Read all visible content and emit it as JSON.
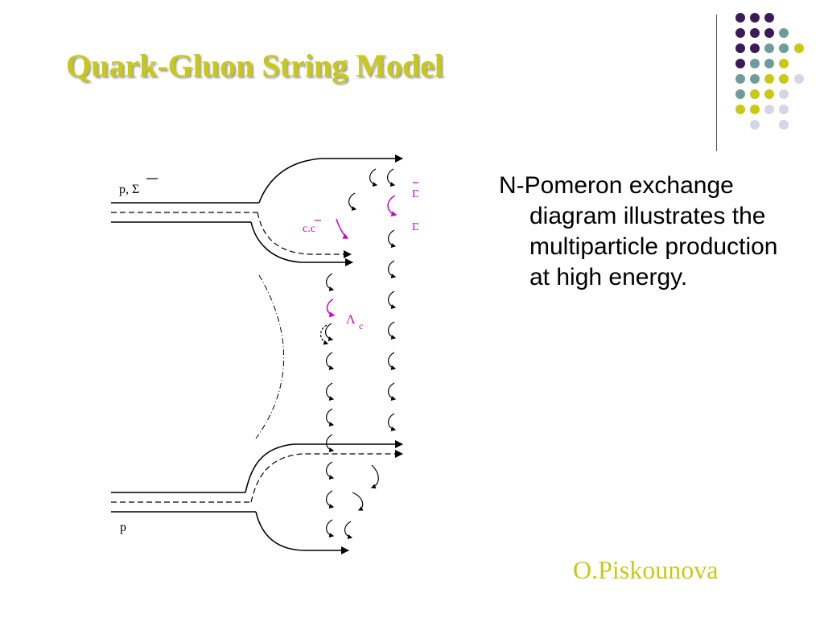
{
  "slide": {
    "title": "Quark-Gluon String Model",
    "description": "N-Pomeron exchange diagram illustrates the multiparticle production at high energy.",
    "author": "O.Piskounova"
  },
  "diagram": {
    "label_top": "p, Σ",
    "label_bottom": "p",
    "label_cc": "c.c",
    "label_dbar": "D",
    "label_d": "D",
    "label_lambda": "Λ",
    "label_lambda_sub": "c"
  },
  "colors": {
    "title": "#c9c914",
    "accent_magenta": "#cc00cc",
    "dot_purple": "#3b1a5a",
    "dot_teal": "#6e9c9c",
    "dot_olive": "#c9c914",
    "dot_lavender": "#d6d6e6"
  }
}
